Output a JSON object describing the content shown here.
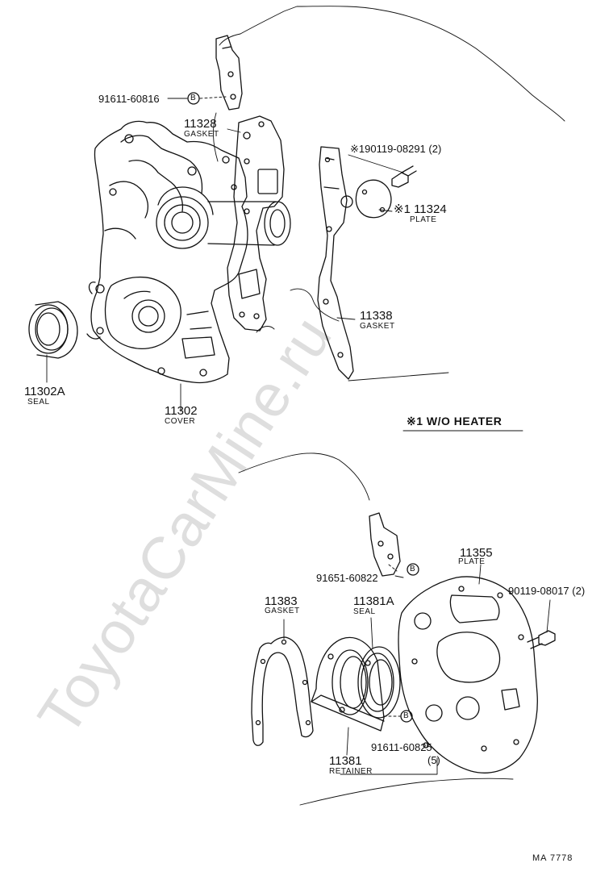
{
  "watermark": "ToyotaCarMine.ru",
  "note": "※1 W/O HEATER",
  "ref_code": "MA 7778",
  "parts": {
    "p91611_60816": {
      "number": "91611-60816"
    },
    "p11328": {
      "number": "11328",
      "name": "GASKET"
    },
    "p190119": {
      "number": "※190119-08291 (2)"
    },
    "p11324": {
      "number": "※1 11324",
      "name": "PLATE"
    },
    "p11338": {
      "number": "11338",
      "name": "GASKET"
    },
    "p11302A": {
      "number": "11302A",
      "name": "SEAL"
    },
    "p11302": {
      "number": "11302",
      "name": "COVER"
    },
    "p11355": {
      "number": "11355",
      "name": "PLATE"
    },
    "p91651_60822": {
      "number": "91651-60822"
    },
    "p90119_08017": {
      "number": "90119-08017 (2)"
    },
    "p11383": {
      "number": "11383",
      "name": "GASKET"
    },
    "p11381A": {
      "number": "11381A",
      "name": "SEAL"
    },
    "p91611_60825": {
      "number": "91611-60825",
      "qty": "(5)"
    },
    "p11381": {
      "number": "11381",
      "name": "RETAINER"
    }
  },
  "markers": {
    "b": "B"
  },
  "colors": {
    "ink": "#111111",
    "watermark": "#d9d9d9"
  }
}
